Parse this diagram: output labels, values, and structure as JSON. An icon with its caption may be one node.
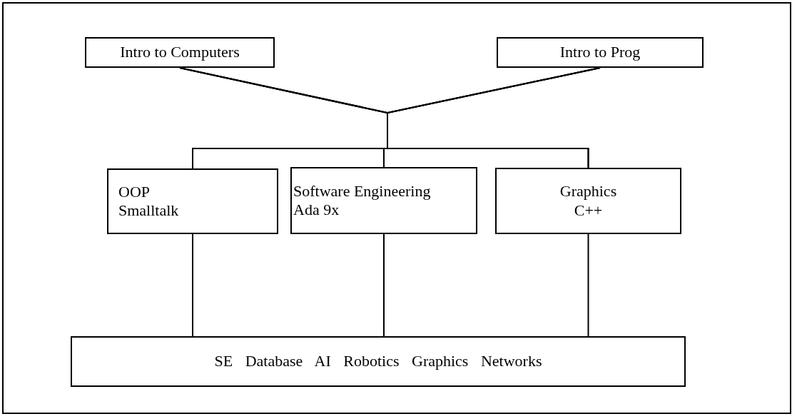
{
  "diagram": {
    "nodes": [
      {
        "text": [
          "Intro to Computers"
        ]
      },
      {
        "text": [
          "Intro to Prog"
        ]
      },
      {
        "text": [
          "OOP",
          "Smalltalk"
        ]
      },
      {
        "text": [
          "Software Engineering",
          "Ada 9x"
        ]
      },
      {
        "text": [
          "Graphics",
          "C++"
        ]
      },
      {
        "text": [
          "SE Database AI Robotics Graphics Networks"
        ]
      }
    ],
    "edges": [
      {
        "from": 0,
        "to": 2,
        "arrow": "none"
      },
      {
        "from": 0,
        "to": 3,
        "arrow": "none"
      },
      {
        "from": 0,
        "to": 4,
        "arrow": "none"
      },
      {
        "from": 1,
        "to": 2,
        "arrow": "none"
      },
      {
        "from": 1,
        "to": 3,
        "arrow": "none"
      },
      {
        "from": 1,
        "to": 4,
        "arrow": "none"
      },
      {
        "from": 2,
        "to": 5,
        "arrow": "none"
      },
      {
        "from": 3,
        "to": 5,
        "arrow": "none"
      },
      {
        "from": 4,
        "to": 5,
        "arrow": "none"
      }
    ]
  }
}
